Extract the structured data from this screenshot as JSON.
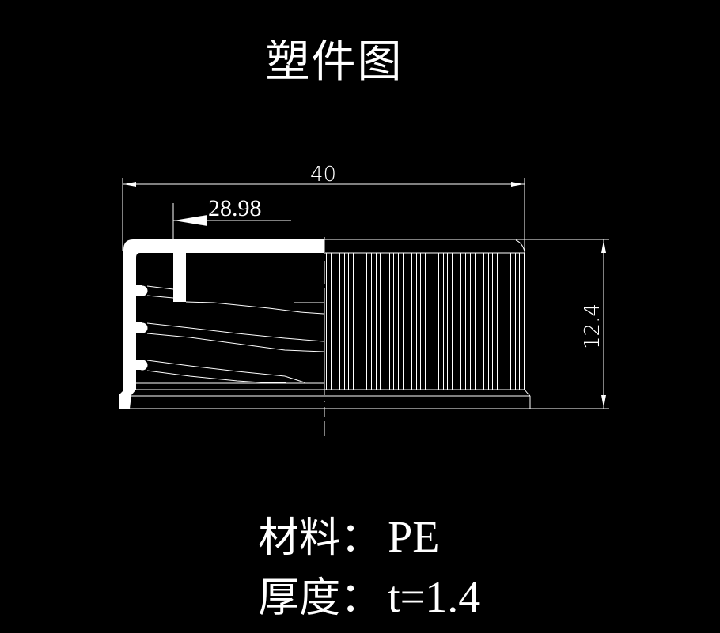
{
  "title": "塑件图",
  "drawing": {
    "background": "#000000",
    "line_color": "#ffffff",
    "dimensions": {
      "overall_width": "40",
      "thread_diameter": "28.98",
      "height": "12.4"
    },
    "knurl_line_count": 44,
    "thread_turns": 3
  },
  "specs": {
    "material_label": "材料：",
    "material_value": "PE",
    "thickness_label": "厚度：",
    "thickness_value": "t=1.4"
  }
}
